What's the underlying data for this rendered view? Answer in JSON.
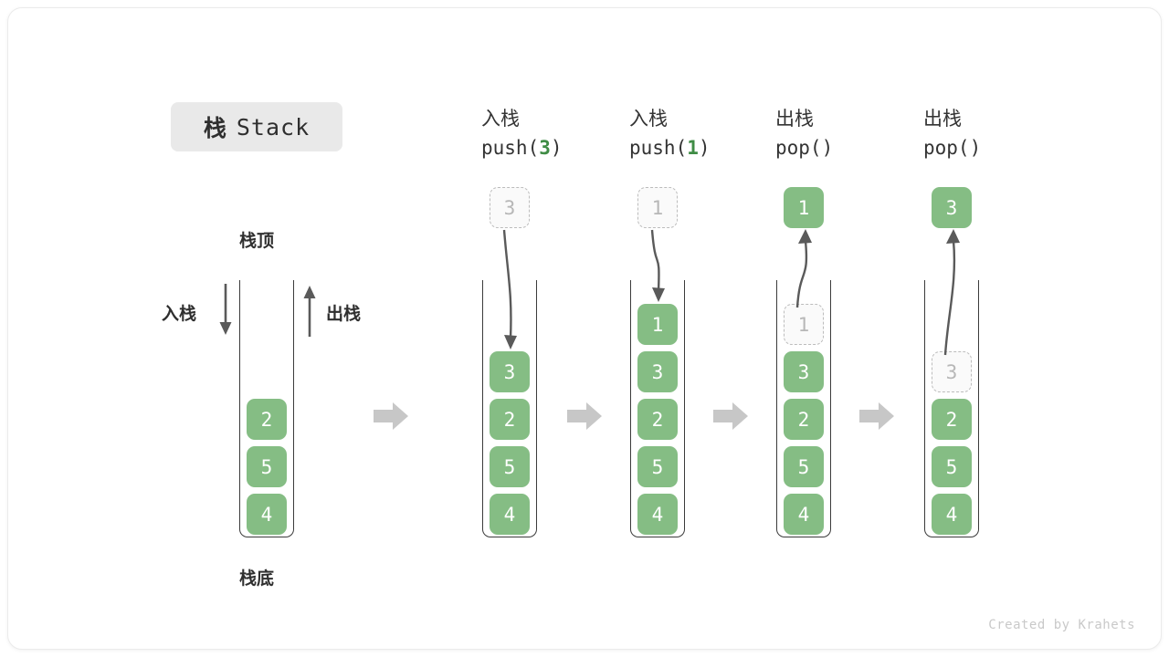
{
  "title": {
    "cn": "栈",
    "en": "Stack"
  },
  "left_stack": {
    "top_label": "栈顶",
    "bottom_label": "栈底",
    "push_label": "入栈",
    "pop_label": "出栈",
    "cells": [
      "2",
      "5",
      "4"
    ]
  },
  "steps": [
    {
      "name": "push-3",
      "title_cn": "入栈",
      "code_prefix": "push(",
      "code_arg": "3",
      "code_suffix": ")",
      "floating_cell": {
        "value": "3",
        "style": "ghost",
        "position": "above"
      },
      "arrow_direction": "down",
      "cells": [
        "3",
        "2",
        "5",
        "4"
      ],
      "cell_styles": [
        "filled",
        "filled",
        "filled",
        "filled"
      ],
      "empty_top_slots": 0
    },
    {
      "name": "push-1",
      "title_cn": "入栈",
      "code_prefix": "push(",
      "code_arg": "1",
      "code_suffix": ")",
      "floating_cell": {
        "value": "1",
        "style": "ghost",
        "position": "above"
      },
      "arrow_direction": "down",
      "cells": [
        "1",
        "3",
        "2",
        "5",
        "4"
      ],
      "cell_styles": [
        "filled",
        "filled",
        "filled",
        "filled",
        "filled"
      ],
      "empty_top_slots": 0
    },
    {
      "name": "pop-1",
      "title_cn": "出栈",
      "code_prefix": "pop(",
      "code_arg": "",
      "code_suffix": ")",
      "floating_cell": {
        "value": "1",
        "style": "filled",
        "position": "above"
      },
      "arrow_direction": "up",
      "cells": [
        "1",
        "3",
        "2",
        "5",
        "4"
      ],
      "cell_styles": [
        "ghost",
        "filled",
        "filled",
        "filled",
        "filled"
      ],
      "empty_top_slots": 0
    },
    {
      "name": "pop-3",
      "title_cn": "出栈",
      "code_prefix": "pop(",
      "code_arg": "",
      "code_suffix": ")",
      "floating_cell": {
        "value": "3",
        "style": "filled",
        "position": "above"
      },
      "arrow_direction": "up",
      "cells": [
        "3",
        "2",
        "5",
        "4"
      ],
      "cell_styles": [
        "ghost",
        "filled",
        "filled",
        "filled"
      ],
      "empty_top_slots": 1
    }
  ],
  "flow_arrows": 4,
  "colors": {
    "cell_green": "#85bd84",
    "arg_green": "#3f8c45",
    "ghost_border": "#bcbcbc",
    "ghost_fill": "#fafafa",
    "arrow_gray": "#5a5a5a",
    "block_arrow_gray": "#c7c7c7",
    "chip_gray": "#e9e9e9",
    "text_dark": "#2f2f2f"
  },
  "footer": "Created by Krahets"
}
